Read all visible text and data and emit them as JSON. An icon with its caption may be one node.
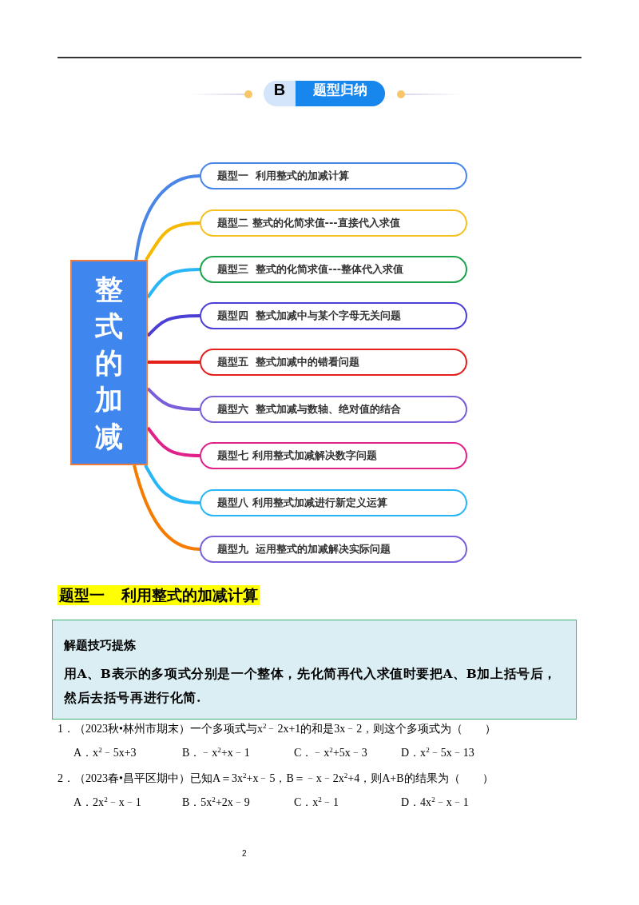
{
  "diagram": {
    "nodes": [
      {
        "text": [
          "B",
          "题型归纳"
        ]
      },
      {
        "text": [
          "整式的加减"
        ]
      },
      {
        "text": [
          "题型一  利用整式的加减计算"
        ]
      },
      {
        "text": [
          "题型二 整式的化简求值---直接代入求值"
        ]
      },
      {
        "text": [
          "题型三  整式的化简求值---整体代入求值"
        ]
      },
      {
        "text": [
          "题型四  整式加减中与某个字母无关问题"
        ]
      },
      {
        "text": [
          "题型五  整式加减中的错看问题"
        ]
      },
      {
        "text": [
          "题型六  整式加减与数轴、绝对值的结合"
        ]
      },
      {
        "text": [
          "题型七 利用整式加减解决数字问题"
        ]
      },
      {
        "text": [
          "题型八 利用整式加减进行新定义运算"
        ]
      },
      {
        "text": [
          "题型九  运用整式的加减解决实际问题"
        ]
      },
      {
        "text": [
          "题型一    利用整式的加减计算"
        ]
      },
      {
        "text": [
          "解题技巧提炼",
          "用A、B表示的多项式分别是一个整体，先化简再代入求值时要把A、B加上括号后，然后去括号再进行化简."
        ]
      }
    ],
    "edges": [
      {
        "from": 1,
        "to": 2,
        "arrow": "none",
        "color": "#4a86e8"
      },
      {
        "from": 1,
        "to": 3,
        "arrow": "none",
        "color": "#f6b900"
      },
      {
        "from": 1,
        "to": 4,
        "arrow": "none",
        "color": "#29b6f6"
      },
      {
        "from": 1,
        "to": 5,
        "arrow": "none",
        "color": "#4b3fd8"
      },
      {
        "from": 1,
        "to": 6,
        "arrow": "none",
        "color": "#e3201b"
      },
      {
        "from": 1,
        "to": 7,
        "arrow": "none",
        "color": "#7b5fd9"
      },
      {
        "from": 1,
        "to": 8,
        "arrow": "none",
        "color": "#e0218a"
      },
      {
        "from": 1,
        "to": 9,
        "arrow": "none",
        "color": "#29b6f6"
      },
      {
        "from": 1,
        "to": 10,
        "arrow": "none",
        "color": "#f57c00"
      }
    ],
    "labels": [
      "1．（2023秋•林州市期末）一个多项式与x$^{2}$﹣2x+1的和是3x﹣2，则这个多项式为（　　）",
      "A．x$^{2}$﹣5x+3",
      "B．﹣x$^{2}$+x﹣1",
      "C．﹣x$^{2}$+5x﹣3",
      "D．x$^{2}$﹣5x﹣13",
      "2．（2023春•昌平区期中）已知A＝3x$^{2}$+x﹣5，B＝﹣x﹣2x$^{2}$+4，则A+B的结果为（　　）",
      "A．2x$^{2}$﹣x﹣1",
      "B．5x$^{2}$+2x﹣9",
      "C．x$^{2}$﹣1",
      "D．4x$^{2}$﹣x﹣1",
      "2"
    ]
  }
}
